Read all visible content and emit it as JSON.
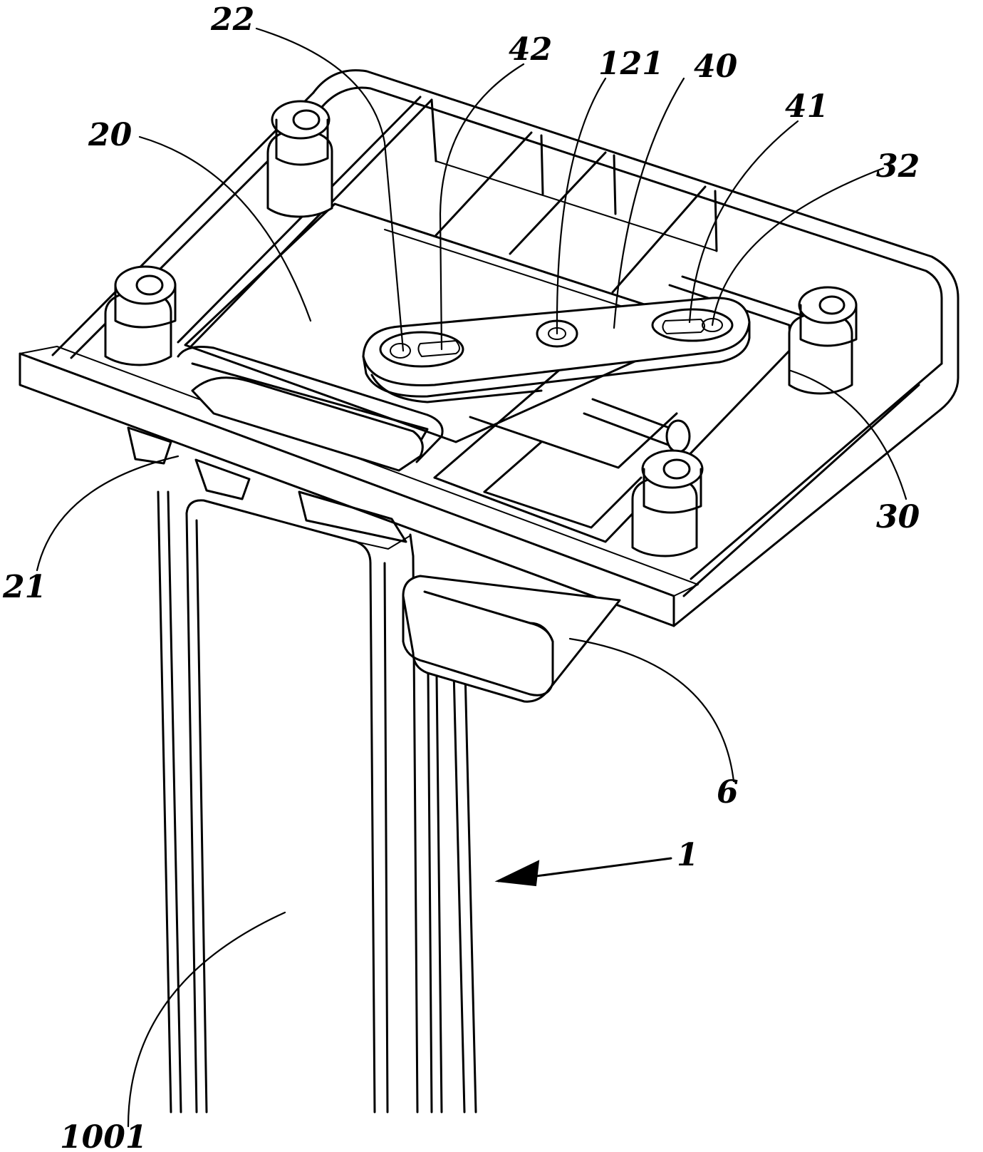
{
  "figure": {
    "labels": {
      "l22": "22",
      "l42": "42",
      "l121": "121",
      "l40": "40",
      "l41": "41",
      "l20": "20",
      "l32": "32",
      "l21": "21",
      "l30": "30",
      "l6": "6",
      "l1": "1",
      "l1001": "1001"
    }
  }
}
